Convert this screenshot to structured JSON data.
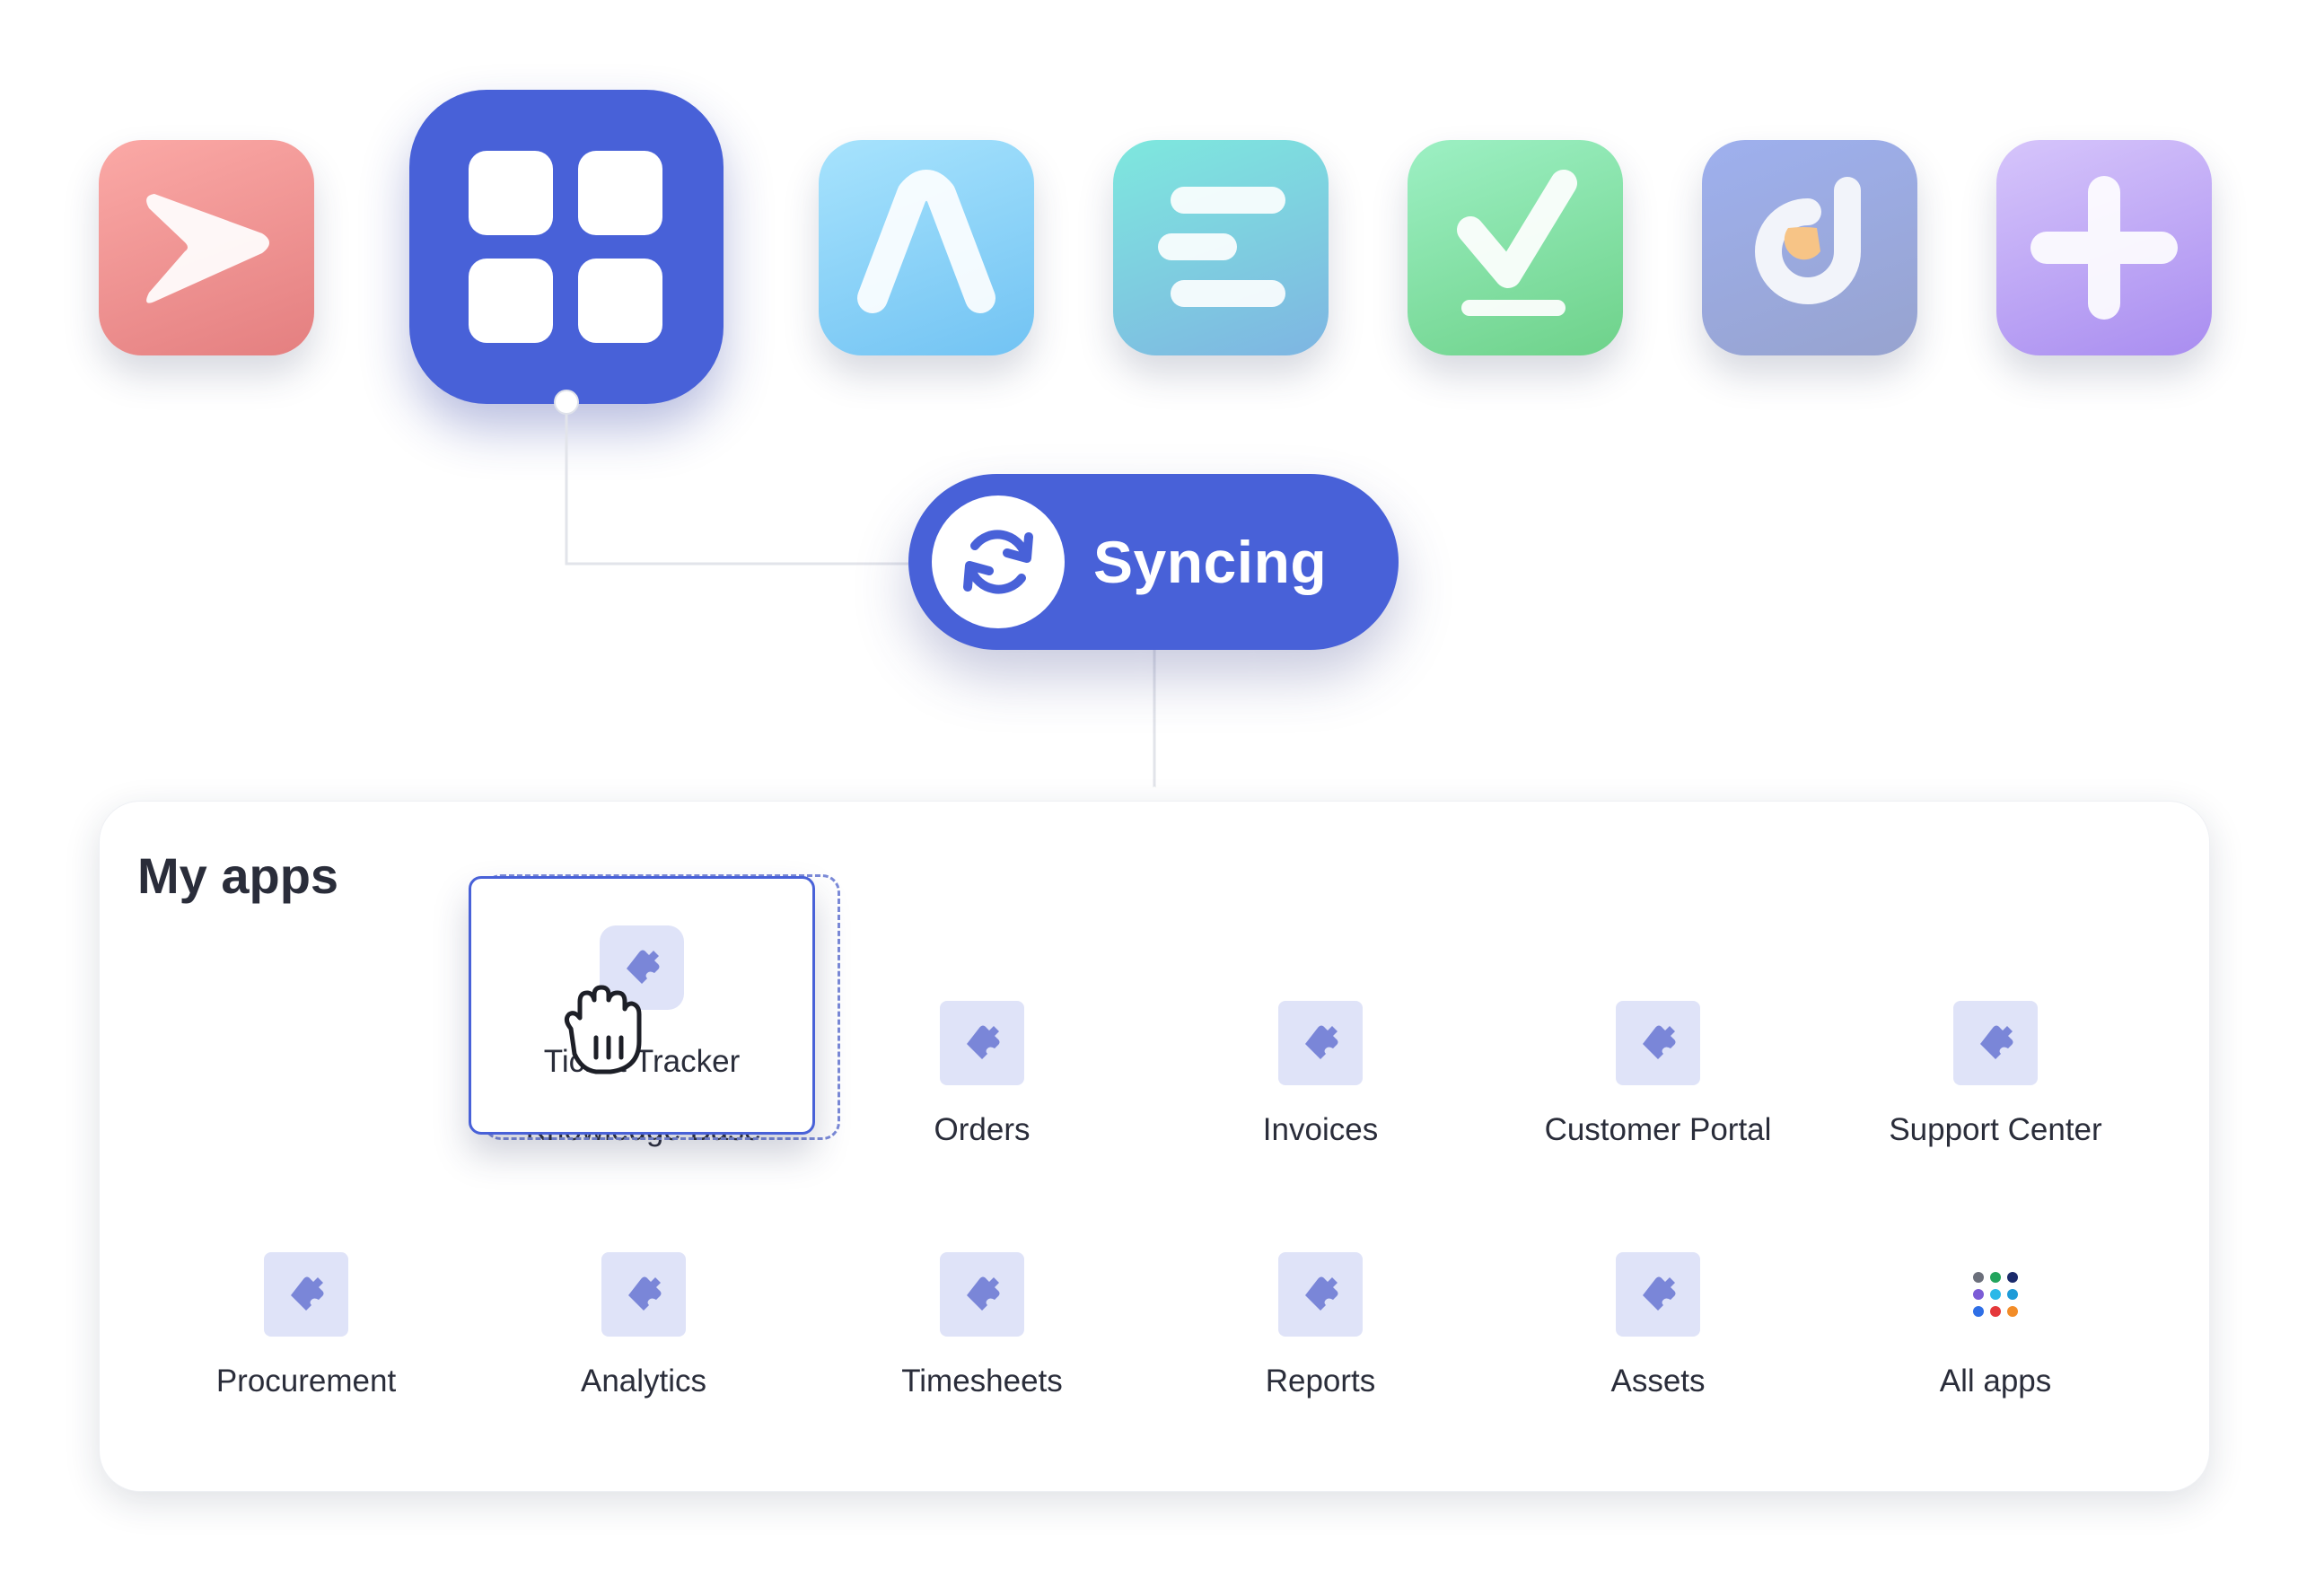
{
  "top_icons": [
    {
      "name": "play-app-icon",
      "color_top": "#fba9a6",
      "color_bottom": "#e47f80"
    },
    {
      "name": "grid-apps-icon",
      "color": "#4861d8",
      "selected": true
    },
    {
      "name": "a-letter-app-icon",
      "color_top": "#a7e3fd",
      "color_bottom": "#72c3f3"
    },
    {
      "name": "lines-app-icon",
      "color_top": "#7ee8de",
      "color_bottom": "#7eb5e2"
    },
    {
      "name": "checkmark-app-icon",
      "color_top": "#9df0c4",
      "color_bottom": "#6ed28a"
    },
    {
      "name": "d-letter-app-icon",
      "color_top": "#9eb0ee",
      "color_bottom": "#97a3cf"
    },
    {
      "name": "plus-app-icon",
      "color_top": "#d6c5fb",
      "color_bottom": "#a98df0"
    }
  ],
  "sync": {
    "label": "Syncing",
    "icon": "refresh-icon",
    "color": "#4861d8"
  },
  "apps_panel": {
    "title": "My apps",
    "dragging": {
      "label": "Ticket Tracker",
      "icon": "puzzle-icon",
      "cursor": "grab-hand-icon"
    },
    "row1": [
      "Knowledge Base",
      "Orders",
      "Invoices",
      "Customer Portal",
      "Support Center"
    ],
    "row2": [
      "Procurement",
      "Analytics",
      "Timesheets",
      "Reports",
      "Assets",
      "All apps"
    ],
    "tile_icon": "puzzle-icon",
    "all_apps_icon": "dots-grid-icon",
    "all_apps_dot_colors": [
      "#6b6f7b",
      "#22a45d",
      "#1b2a6b",
      "#7c5cd6",
      "#2bb8e8",
      "#1e9bd8",
      "#2f6fe6",
      "#e5383b",
      "#f28c28"
    ]
  }
}
